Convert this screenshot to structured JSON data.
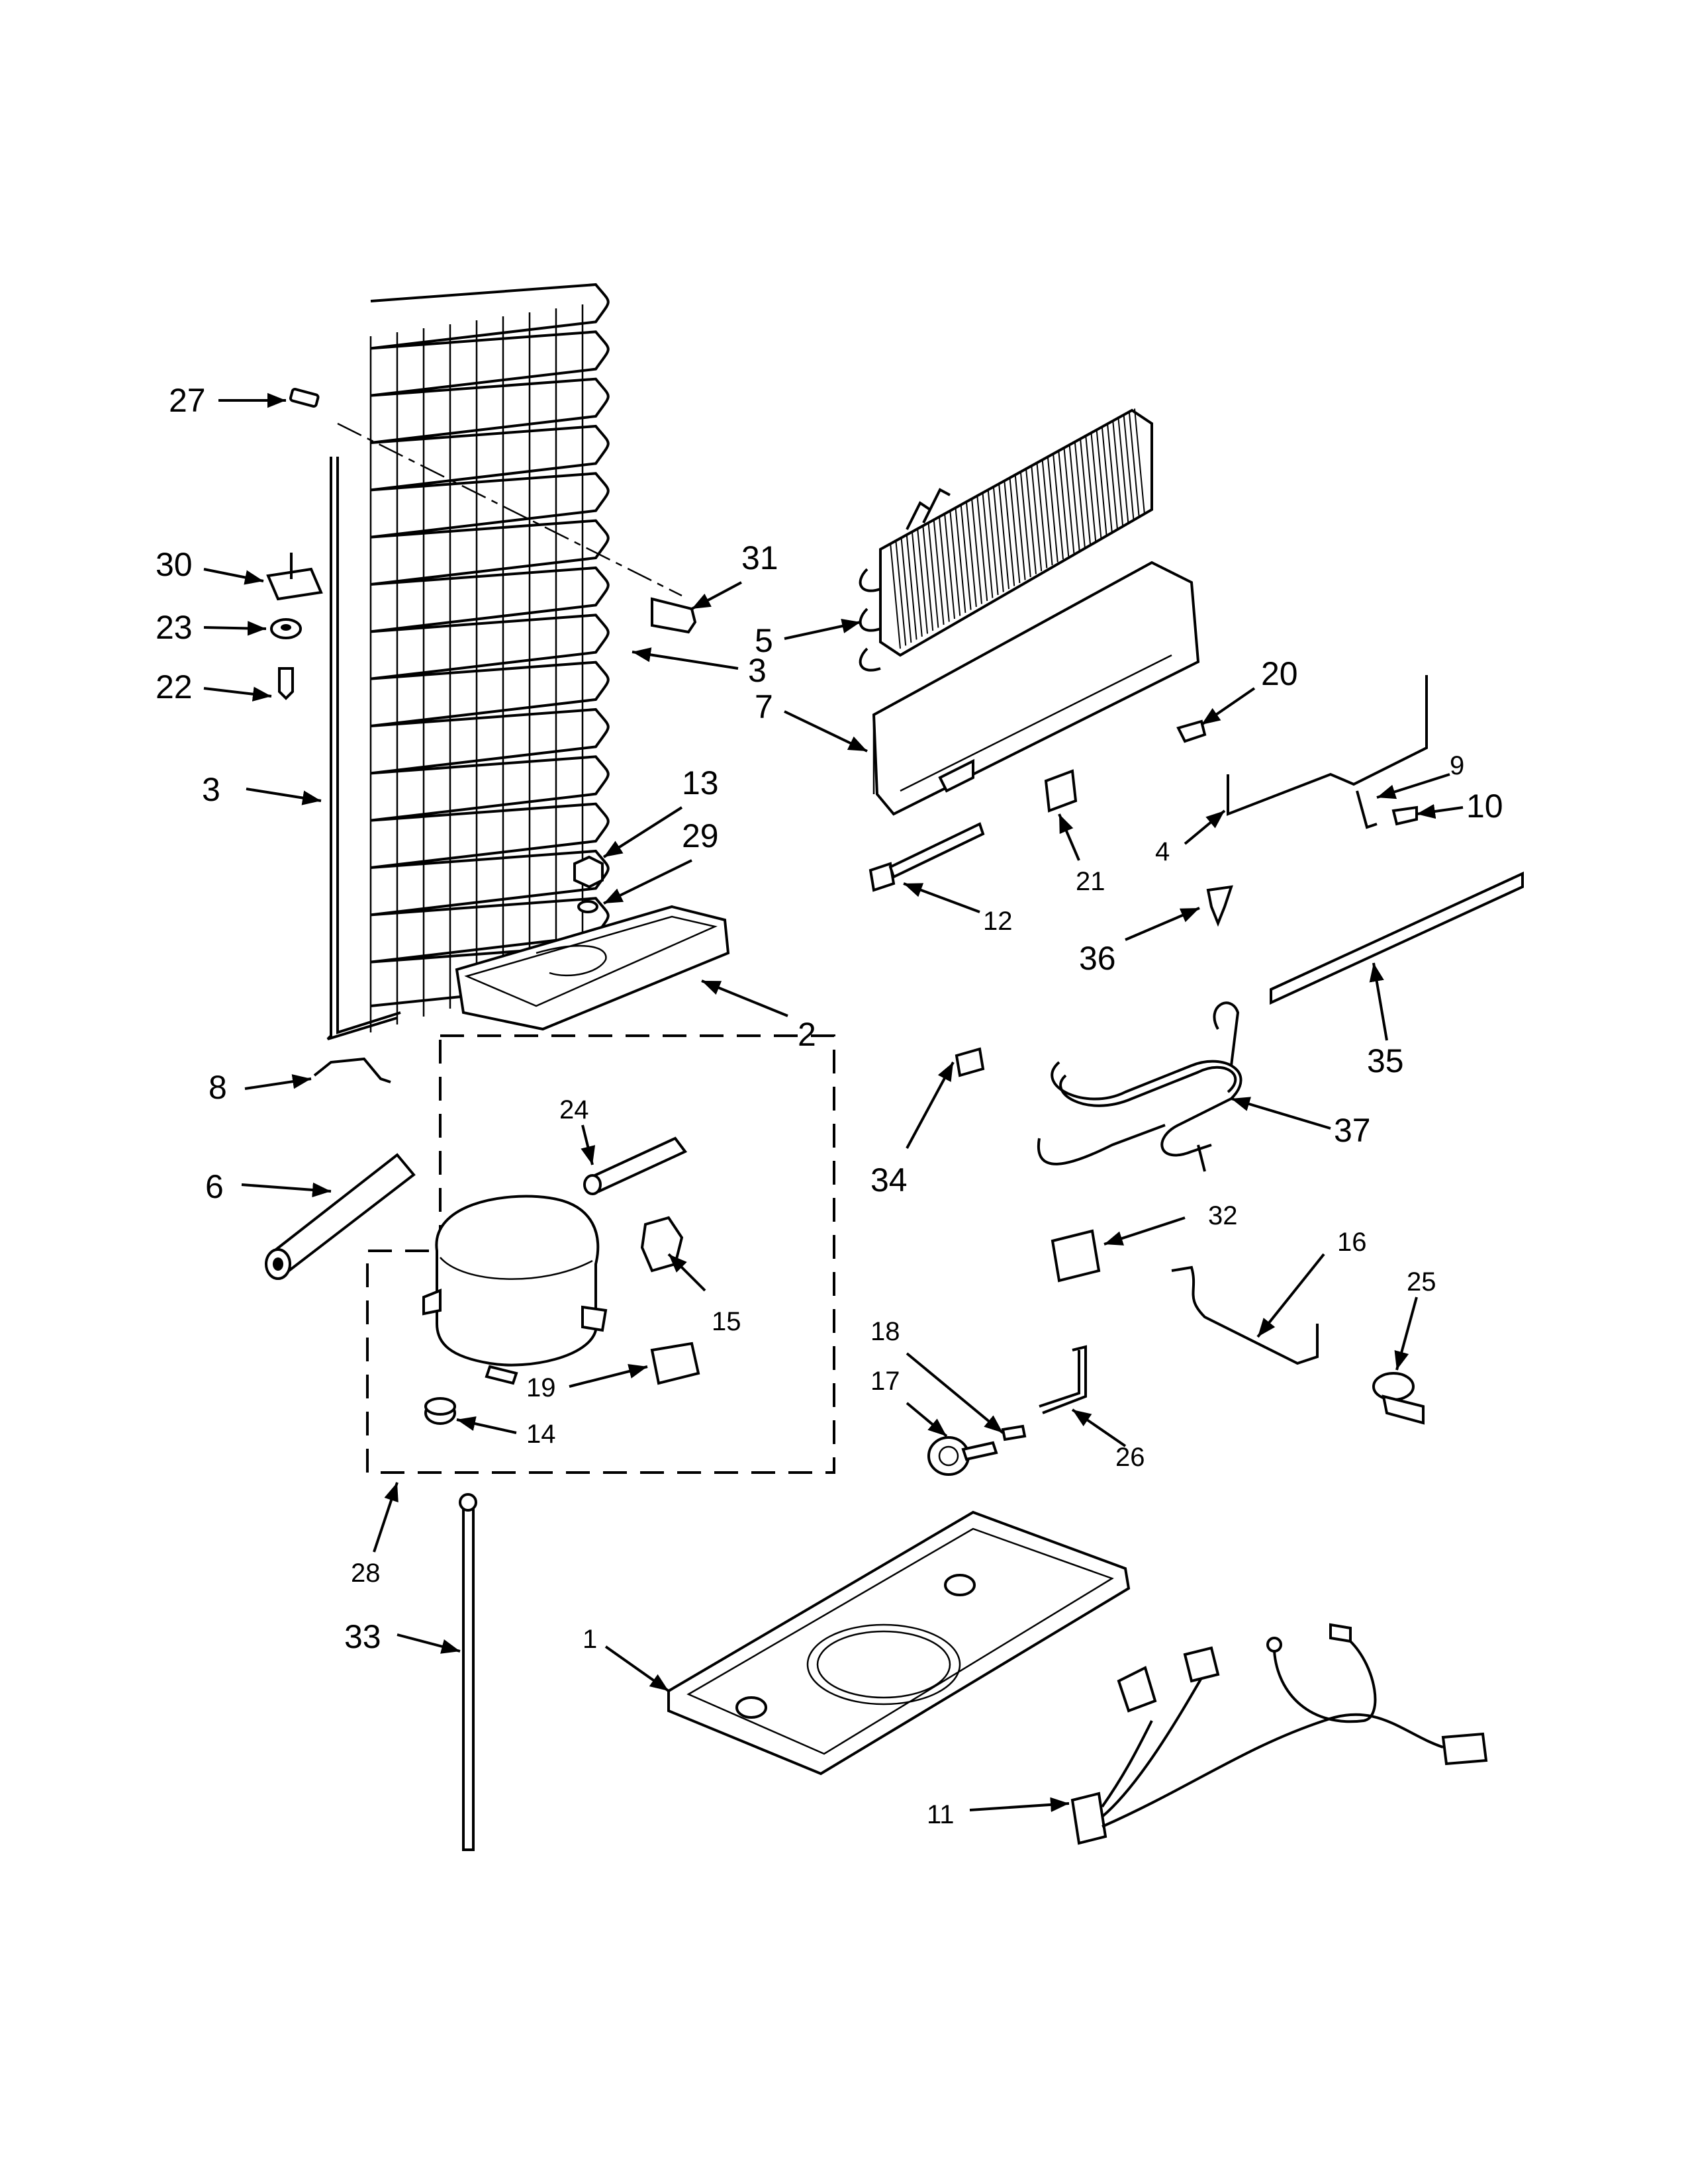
{
  "callouts": [
    {
      "id": "27",
      "text": "27"
    },
    {
      "id": "30",
      "text": "30"
    },
    {
      "id": "23",
      "text": "23"
    },
    {
      "id": "22",
      "text": "22"
    },
    {
      "id": "3a",
      "text": "3"
    },
    {
      "id": "3b",
      "text": "3"
    },
    {
      "id": "31",
      "text": "31"
    },
    {
      "id": "5",
      "text": "5"
    },
    {
      "id": "7",
      "text": "7"
    },
    {
      "id": "20",
      "text": "20"
    },
    {
      "id": "9",
      "text": "9"
    },
    {
      "id": "10",
      "text": "10"
    },
    {
      "id": "4",
      "text": "4"
    },
    {
      "id": "21",
      "text": "21"
    },
    {
      "id": "12",
      "text": "12"
    },
    {
      "id": "13",
      "text": "13"
    },
    {
      "id": "29",
      "text": "29"
    },
    {
      "id": "2",
      "text": "2"
    },
    {
      "id": "36",
      "text": "36"
    },
    {
      "id": "35",
      "text": "35"
    },
    {
      "id": "37",
      "text": "37"
    },
    {
      "id": "8",
      "text": "8"
    },
    {
      "id": "6",
      "text": "6"
    },
    {
      "id": "24",
      "text": "24"
    },
    {
      "id": "15",
      "text": "15"
    },
    {
      "id": "19",
      "text": "19"
    },
    {
      "id": "14",
      "text": "14"
    },
    {
      "id": "34",
      "text": "34"
    },
    {
      "id": "32",
      "text": "32"
    },
    {
      "id": "16",
      "text": "16"
    },
    {
      "id": "25",
      "text": "25"
    },
    {
      "id": "18",
      "text": "18"
    },
    {
      "id": "17",
      "text": "17"
    },
    {
      "id": "26",
      "text": "26"
    },
    {
      "id": "28",
      "text": "28"
    },
    {
      "id": "33",
      "text": "33"
    },
    {
      "id": "1",
      "text": "1"
    },
    {
      "id": "11",
      "text": "11"
    }
  ]
}
